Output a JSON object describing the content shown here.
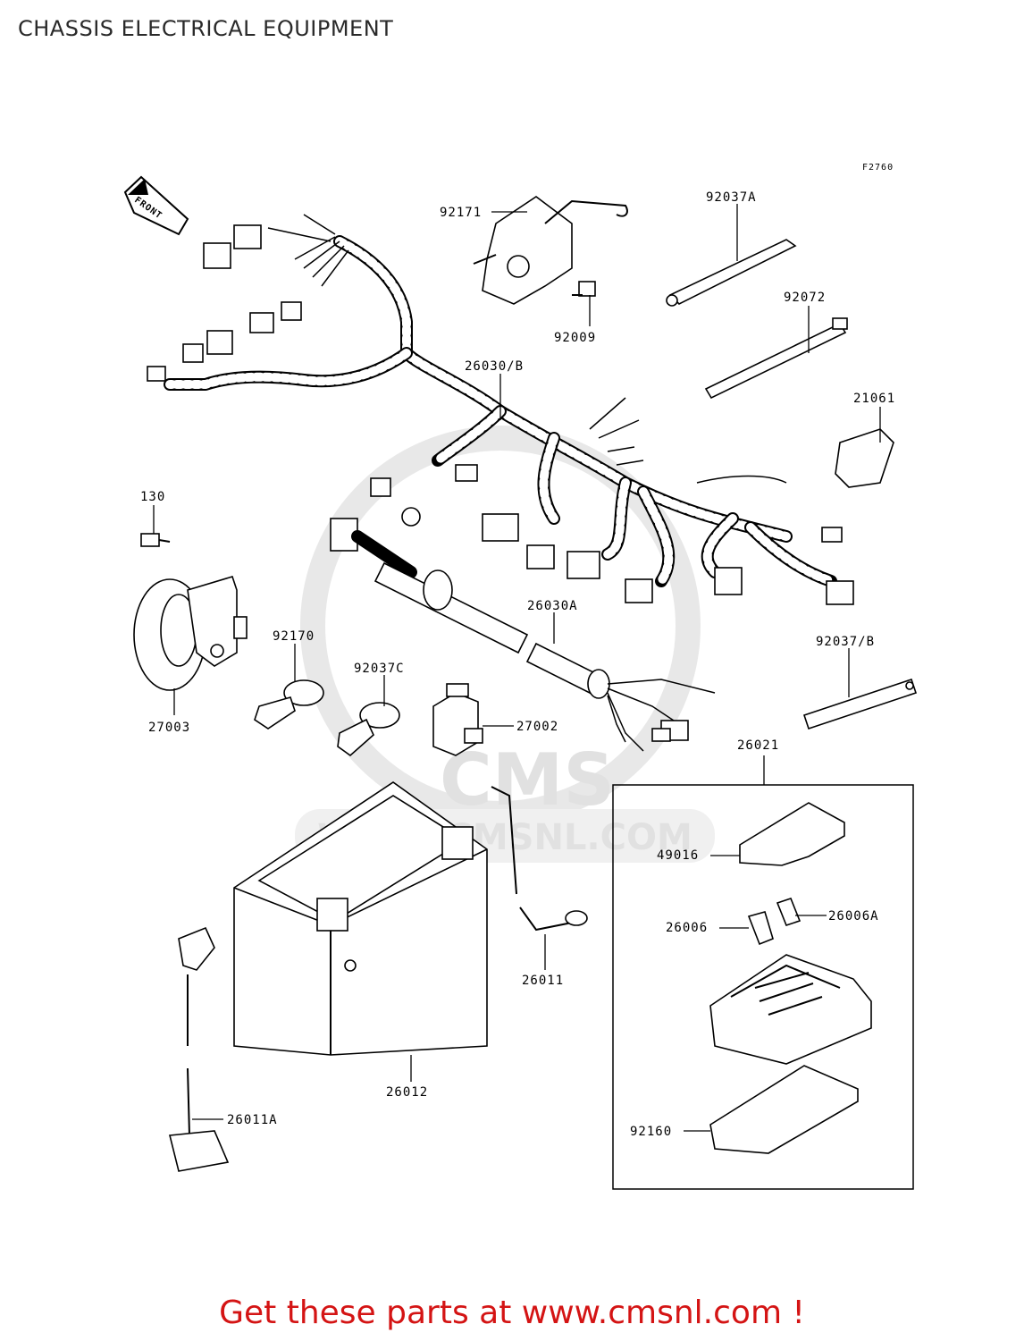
{
  "header": {
    "title": "CHASSIS ELECTRICAL EQUIPMENT"
  },
  "diagram": {
    "figure_code": "F2760",
    "front_arrow_label": "FRONT",
    "watermark_text": "WWW.CMSNL.COM",
    "watermark_logo": "CMS",
    "group_box_label": "26021",
    "part_labels": [
      "92171",
      "92037A",
      "92009",
      "92072",
      "26030/B",
      "21061",
      "130",
      "26030A",
      "92170",
      "92037C",
      "27002",
      "92037/B",
      "27003",
      "26021",
      "49016",
      "26006",
      "26006A",
      "26011",
      "26012",
      "26011A",
      "92160"
    ]
  },
  "footer": {
    "link_text": "Get these parts at www.cmsnl.com !"
  }
}
